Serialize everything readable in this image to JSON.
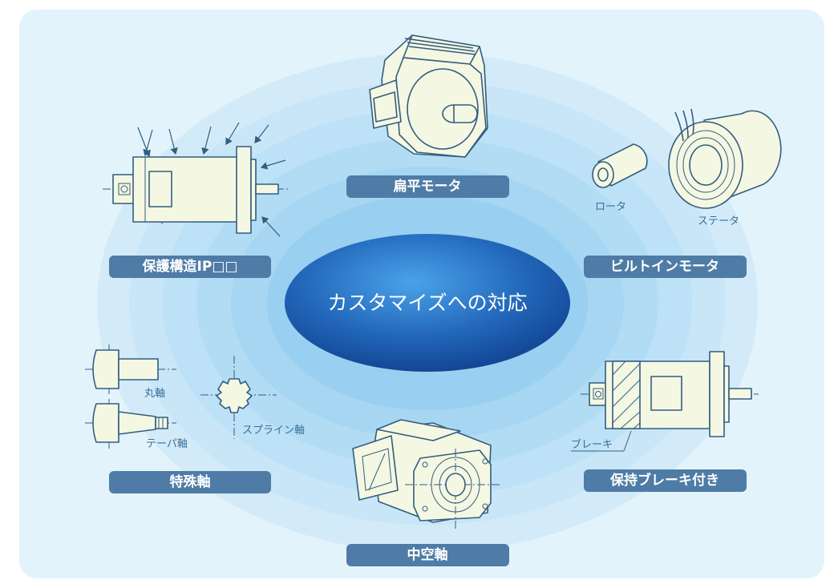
{
  "center": {
    "title": "カスタマイズへの対応"
  },
  "labels": {
    "flat_motor": "扁平モータ",
    "builtin_motor": "ビルトインモータ",
    "protection": "保護構造IP□□",
    "brake": "保持ブレーキ付き",
    "special_shaft": "特殊軸",
    "hollow_shaft": "中空軸"
  },
  "annotations": {
    "rotor": "ロータ",
    "stator": "ステータ",
    "round_shaft": "丸軸",
    "taper_shaft": "テーパ軸",
    "spline_shaft": "スプライン軸",
    "brake": "ブレーキ"
  },
  "colors": {
    "panel_bg": "#e3f3fc",
    "label_bg": "#4f7ca6",
    "line": "#335d80",
    "part_fill": "#f4f7e2",
    "center_dark": "#1c52a3",
    "center_light": "#3f95e0"
  }
}
